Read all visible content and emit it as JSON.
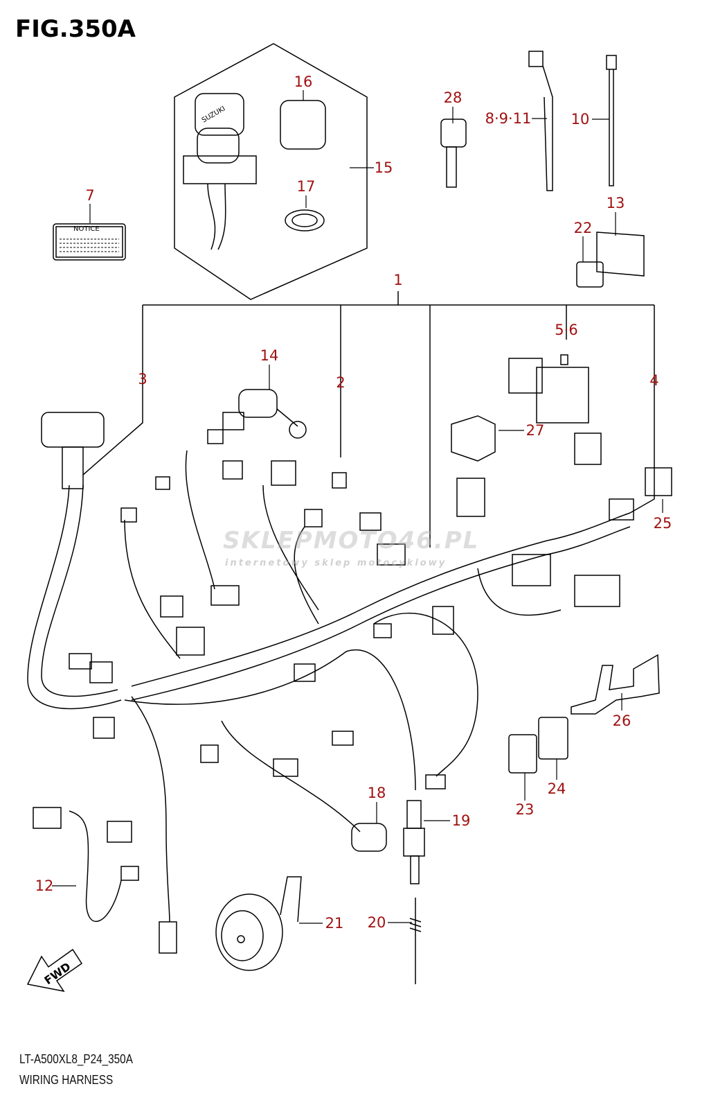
{
  "figure": {
    "title": "FIG.350A",
    "code": "LT-A500XL8_P24_350A",
    "name": "WIRING HARNESS"
  },
  "watermark": {
    "site": "SKLEPMOTO46.PL",
    "tagline": "internetowy sklep motocyklowy"
  },
  "notice_label": "NOTICE",
  "brand_on_key": "SUZUKI",
  "fwd_label": "FWD",
  "part_labels": [
    "16",
    "15",
    "17",
    "28",
    "8·9·11",
    "10",
    "7",
    "13",
    "22",
    "1",
    "5·6",
    "14",
    "3",
    "2",
    "4",
    "27",
    "25",
    "26",
    "18",
    "24",
    "23",
    "19",
    "12",
    "21",
    "20"
  ],
  "label_color": "#a01010"
}
